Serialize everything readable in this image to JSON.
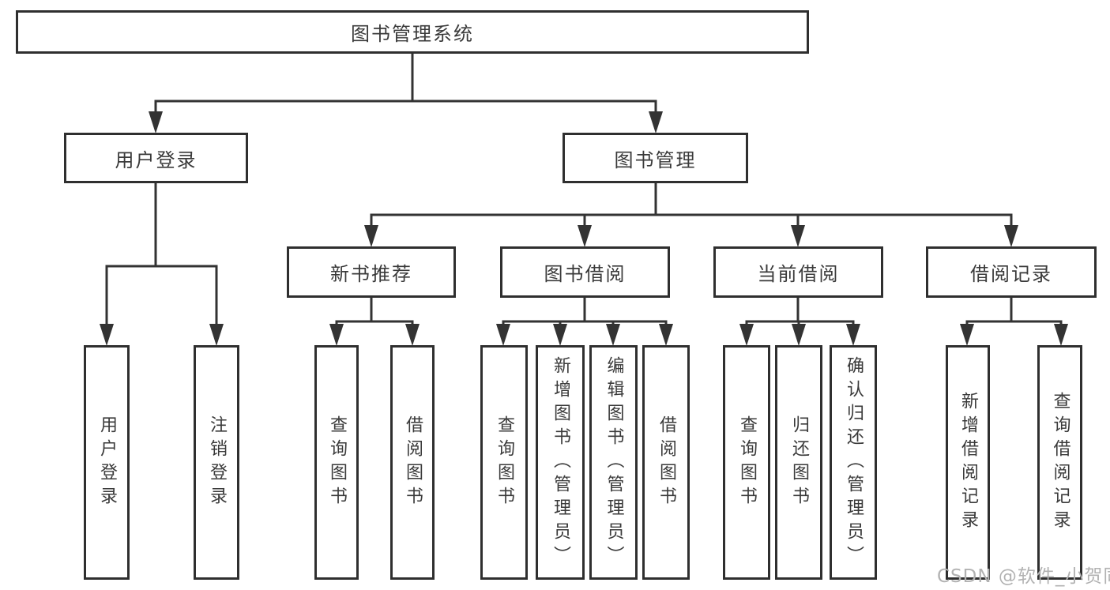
{
  "diagram_type": "hierarchy-tree",
  "colors": {
    "background": "#ffffff",
    "line": "#333333",
    "box_border": "#2f2f2f",
    "text": "#3a3a3a",
    "watermark": "#b2b2b2"
  },
  "tree": {
    "label": "图书管理系统",
    "children": [
      {
        "label": "用户登录",
        "children": [
          {
            "label": "用户登录"
          },
          {
            "label": "注销登录"
          }
        ]
      },
      {
        "label": "图书管理",
        "children": [
          {
            "label": "新书推荐",
            "children": [
              {
                "label": "查询图书"
              },
              {
                "label": "借阅图书"
              }
            ]
          },
          {
            "label": "图书借阅",
            "children": [
              {
                "label": "查询图书"
              },
              {
                "label": "新增图书（管理员）"
              },
              {
                "label": "编辑图书（管理员）"
              },
              {
                "label": "借阅图书"
              }
            ]
          },
          {
            "label": "当前借阅",
            "children": [
              {
                "label": "查询图书"
              },
              {
                "label": "归还图书"
              },
              {
                "label": "确认归还（管理员）"
              }
            ]
          },
          {
            "label": "借阅记录",
            "children": [
              {
                "label": "新增借阅记录"
              },
              {
                "label": "查询借阅记录"
              }
            ]
          }
        ]
      }
    ]
  },
  "watermark": {
    "text": "CSDN @软件_小贺同学"
  }
}
